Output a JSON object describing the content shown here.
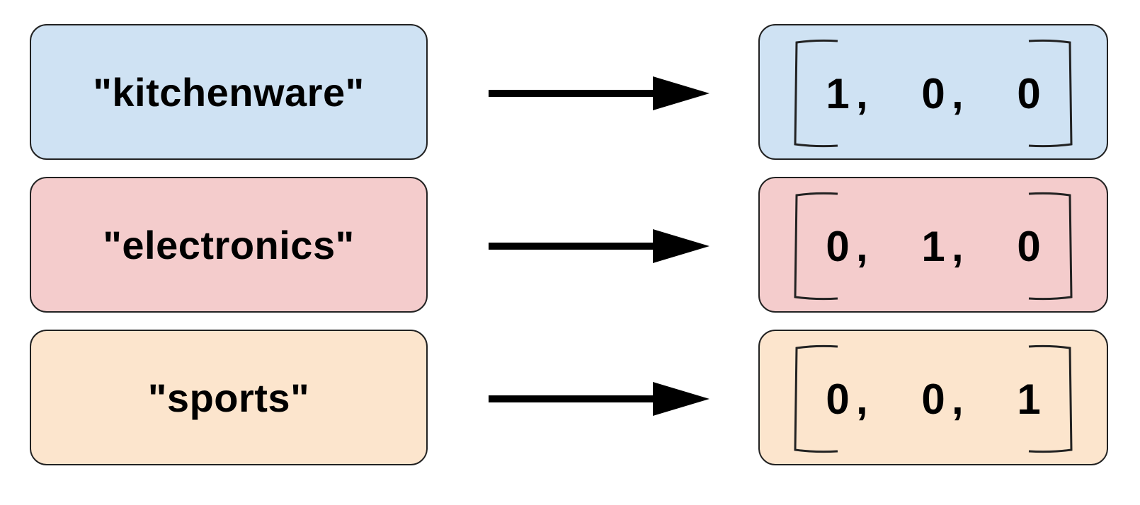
{
  "colors": {
    "blue": "#cfe2f3",
    "red": "#f4cccc",
    "orange": "#fce5cd",
    "border": "#222222",
    "arrow": "#000000"
  },
  "rows": [
    {
      "label": "\"kitchenware\"",
      "color": "#cfe2f3",
      "vector": [
        "1",
        "0",
        "0"
      ]
    },
    {
      "label": "\"electronics\"",
      "color": "#f4cccc",
      "vector": [
        "0",
        "1",
        "0"
      ]
    },
    {
      "label": "\"sports\"",
      "color": "#fce5cd",
      "vector": [
        "0",
        "0",
        "1"
      ]
    }
  ],
  "separator": ","
}
